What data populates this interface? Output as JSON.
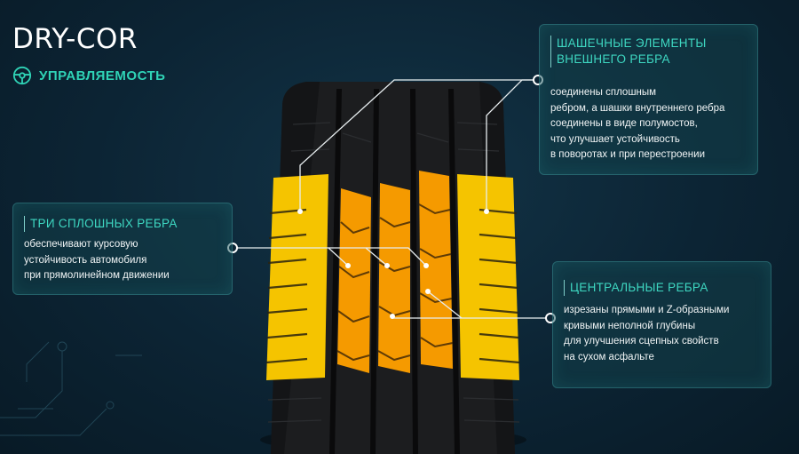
{
  "title": "DRY-COR",
  "subtitle": {
    "icon": "steering-wheel-icon",
    "label": "УПРАВЛЯЕМОСТЬ"
  },
  "callouts": [
    {
      "heading": [
        "ШАШЕЧНЫЕ ЭЛЕМЕНТЫ",
        "ВНЕШНЕГО РЕБРА"
      ],
      "body": [
        "соединены сплошным",
        "ребром, а шашки внутреннего ребра",
        "соединены в виде полумостов,",
        "что улучшает устойчивость",
        "в поворотах и при перестроении"
      ]
    },
    {
      "heading": [
        "ТРИ СПЛОШНЫХ РЕБРА"
      ],
      "body": [
        "обеспечивают курсовую",
        "устойчивость автомобиля",
        "при прямолинейном движении"
      ]
    },
    {
      "heading": [
        "ЦЕНТРАЛЬНЫЕ РЕБРА"
      ],
      "body": [
        "изрезаны прямыми и Z-образными",
        "кривыми неполной глубины",
        "для улучшения сцепных свойств",
        "на сухом асфальте"
      ]
    }
  ],
  "colors": {
    "accent": "#2fd3b6",
    "outer_rib": "#f5c400",
    "central_rib": "#f59a00",
    "tire": "#1c1d1f"
  }
}
